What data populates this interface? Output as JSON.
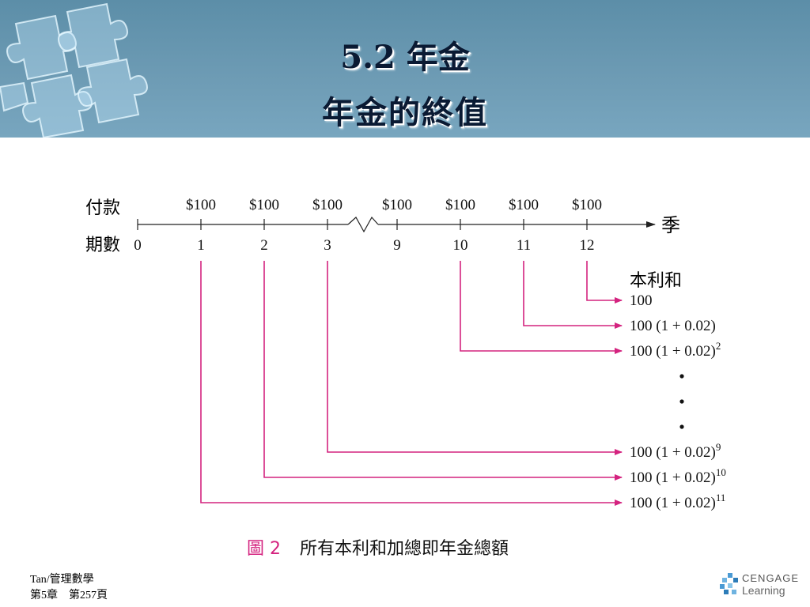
{
  "header": {
    "title_line1": "5.2 年金",
    "title_line2": "年金的終值"
  },
  "diagram": {
    "row_label_payment": "付款",
    "row_label_period": "期數",
    "axis_unit": "季",
    "payments": [
      "$100",
      "$100",
      "$100",
      "$100",
      "$100",
      "$100",
      "$100"
    ],
    "periods": [
      "0",
      "1",
      "2",
      "3",
      "9",
      "10",
      "11",
      "12"
    ],
    "amount_header": "本利和",
    "amounts": [
      {
        "base": "100",
        "sup": ""
      },
      {
        "base": "100 (1 + 0.02)",
        "sup": ""
      },
      {
        "base": "100 (1 + 0.02)",
        "sup": "2"
      },
      {
        "base": "100 (1 + 0.02)",
        "sup": "9"
      },
      {
        "base": "100 (1 + 0.02)",
        "sup": "10"
      },
      {
        "base": "100 (1 + 0.02)",
        "sup": "11"
      }
    ],
    "line_color": "#d4237f"
  },
  "caption": {
    "figure_number": "圖 2",
    "text": "所有本利和加總即年金總額"
  },
  "footer": {
    "line1": "Tan/管理數學",
    "line2": "第5章　第257頁"
  },
  "logo": {
    "top": "CENGAGE",
    "bottom": "Learning"
  }
}
